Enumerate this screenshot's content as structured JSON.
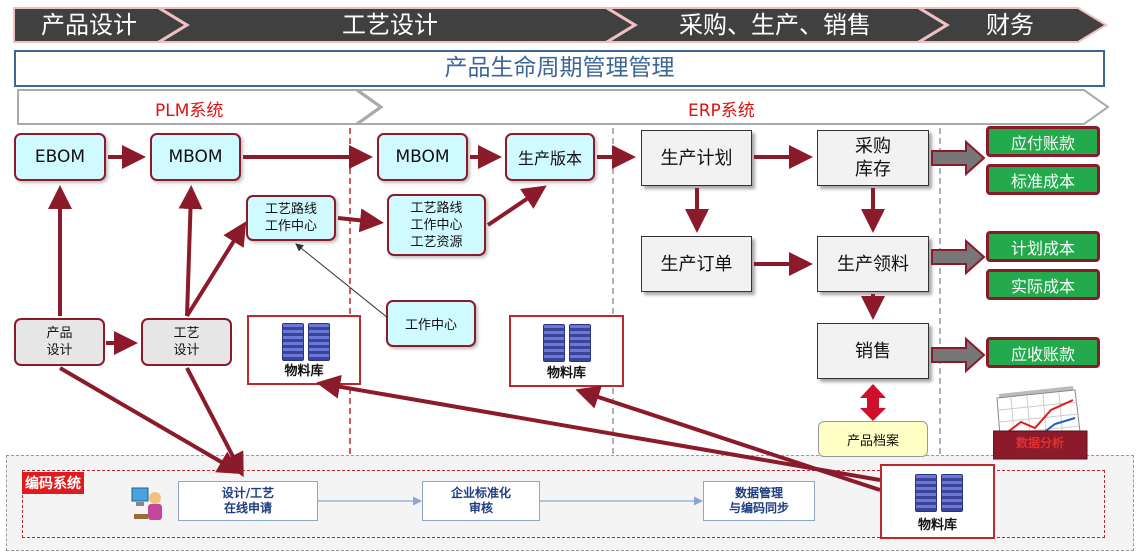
{
  "phases": [
    "产品设计",
    "工艺设计",
    "采购、生产、销售",
    "财务"
  ],
  "plm_title": "产品生命周期管理管理",
  "systems": {
    "plm": "PLM系统",
    "erp": "ERP系统",
    "coding": "编码系统"
  },
  "boxes": {
    "ebom": "EBOM",
    "mbom1": "MBOM",
    "mbom2": "MBOM",
    "prod_version": "生产版本",
    "route1": [
      "工艺路线",
      "工作中心"
    ],
    "route2": [
      "工艺路线",
      "工作中心",
      "工艺资源"
    ],
    "work_center": "工作中心",
    "product_design": [
      "产品",
      "设计"
    ],
    "process_design": [
      "工艺",
      "设计"
    ]
  },
  "erp": {
    "plan": "生产计划",
    "purchase": [
      "采购",
      "库存"
    ],
    "order": "生产订单",
    "material_issue": "生产领料",
    "sales": "销售",
    "archive": "产品档案"
  },
  "finance": [
    "应付账款",
    "标准成本",
    "计划成本",
    "实际成本",
    "应收账款"
  ],
  "material_store_label": "物料库",
  "report_label": "数据分析",
  "coding_flow": [
    [
      "设计/工艺",
      "在线申请"
    ],
    [
      "企业标准化",
      "审核"
    ],
    [
      "数据管理",
      "与编码同步"
    ]
  ],
  "colors": {
    "arrow": "#8b1a2a",
    "banner": "#404040",
    "cyan": "#cffaff",
    "green": "#22aa4d"
  }
}
